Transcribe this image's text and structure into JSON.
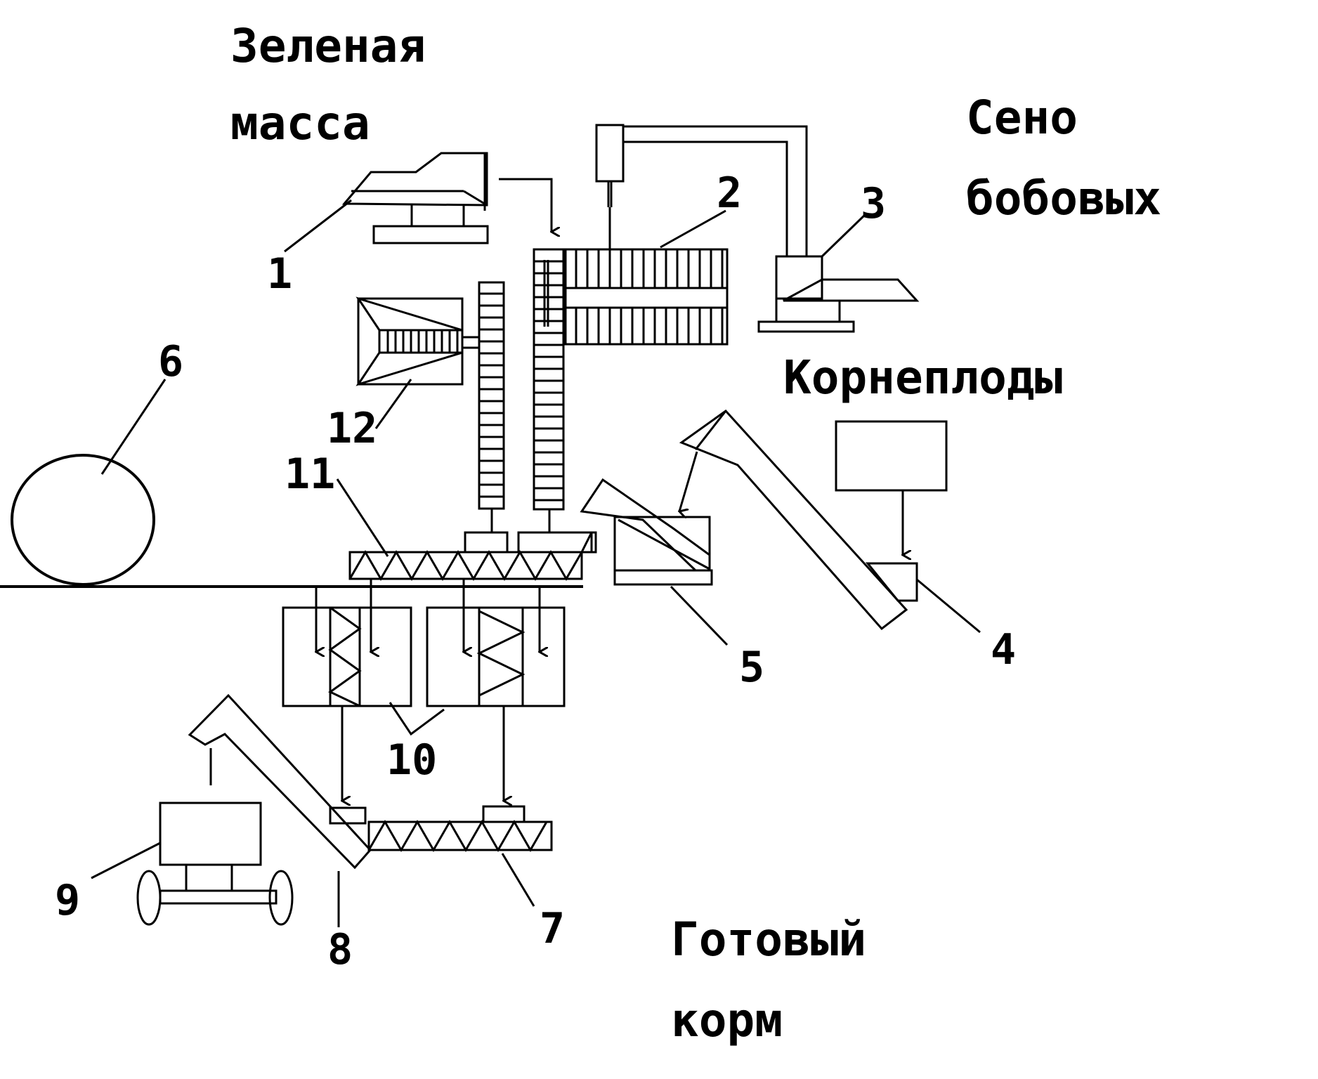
{
  "labels": {
    "green_mass_line1": "Зеленая",
    "green_mass_line2": "масса",
    "hay_line1": "Сено",
    "hay_line2": "бобовых",
    "roots": "Корнеплоды",
    "ready_line1": "Готовый",
    "ready_line2": "корм"
  },
  "numbers": {
    "n1": "1",
    "n2": "2",
    "n3": "3",
    "n4": "4",
    "n5": "5",
    "n6": "6",
    "n7": "7",
    "n8": "8",
    "n9": "9",
    "n10": "10",
    "n11": "11",
    "n12": "12"
  },
  "colors": {
    "ink": "#000000",
    "paper": "#ffffff"
  }
}
